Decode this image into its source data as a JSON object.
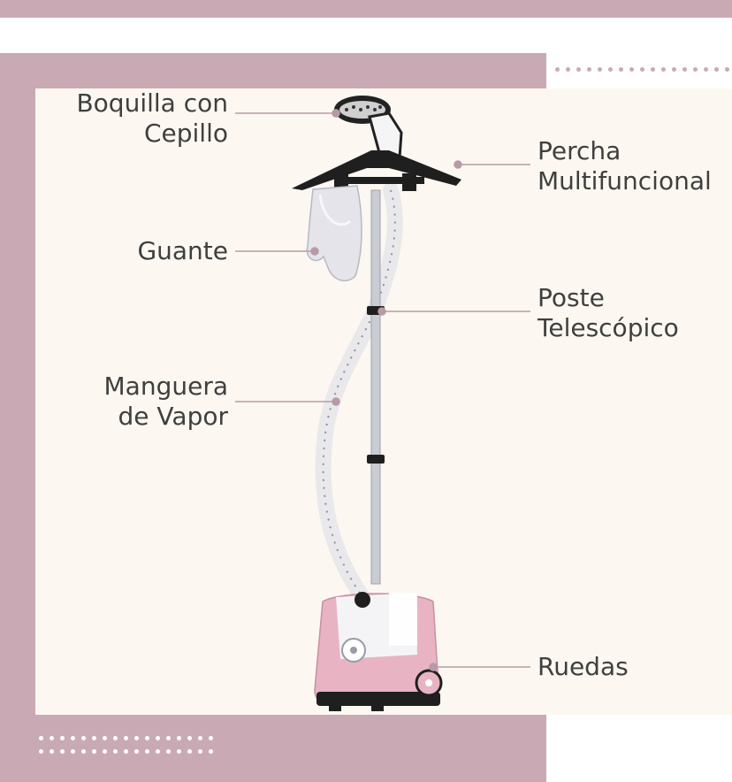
{
  "labels": {
    "boquilla_line1": "Boquilla con",
    "boquilla_line2": "Cepillo",
    "percha_line1": "Percha",
    "percha_line2": "Multifuncional",
    "guante": "Guante",
    "poste_line1": "Poste",
    "poste_line2": "Telescópico",
    "manguera_line1": "Manguera",
    "manguera_line2": "de Vapor",
    "ruedas": "Ruedas"
  },
  "colors": {
    "frame_pink": "#c9aab4",
    "card_cream": "#fcf8f1",
    "leader_line": "#b89aa6",
    "text": "#3f3f3f",
    "body_pink": "#e8b4c3",
    "black": "#1f1f1f"
  }
}
